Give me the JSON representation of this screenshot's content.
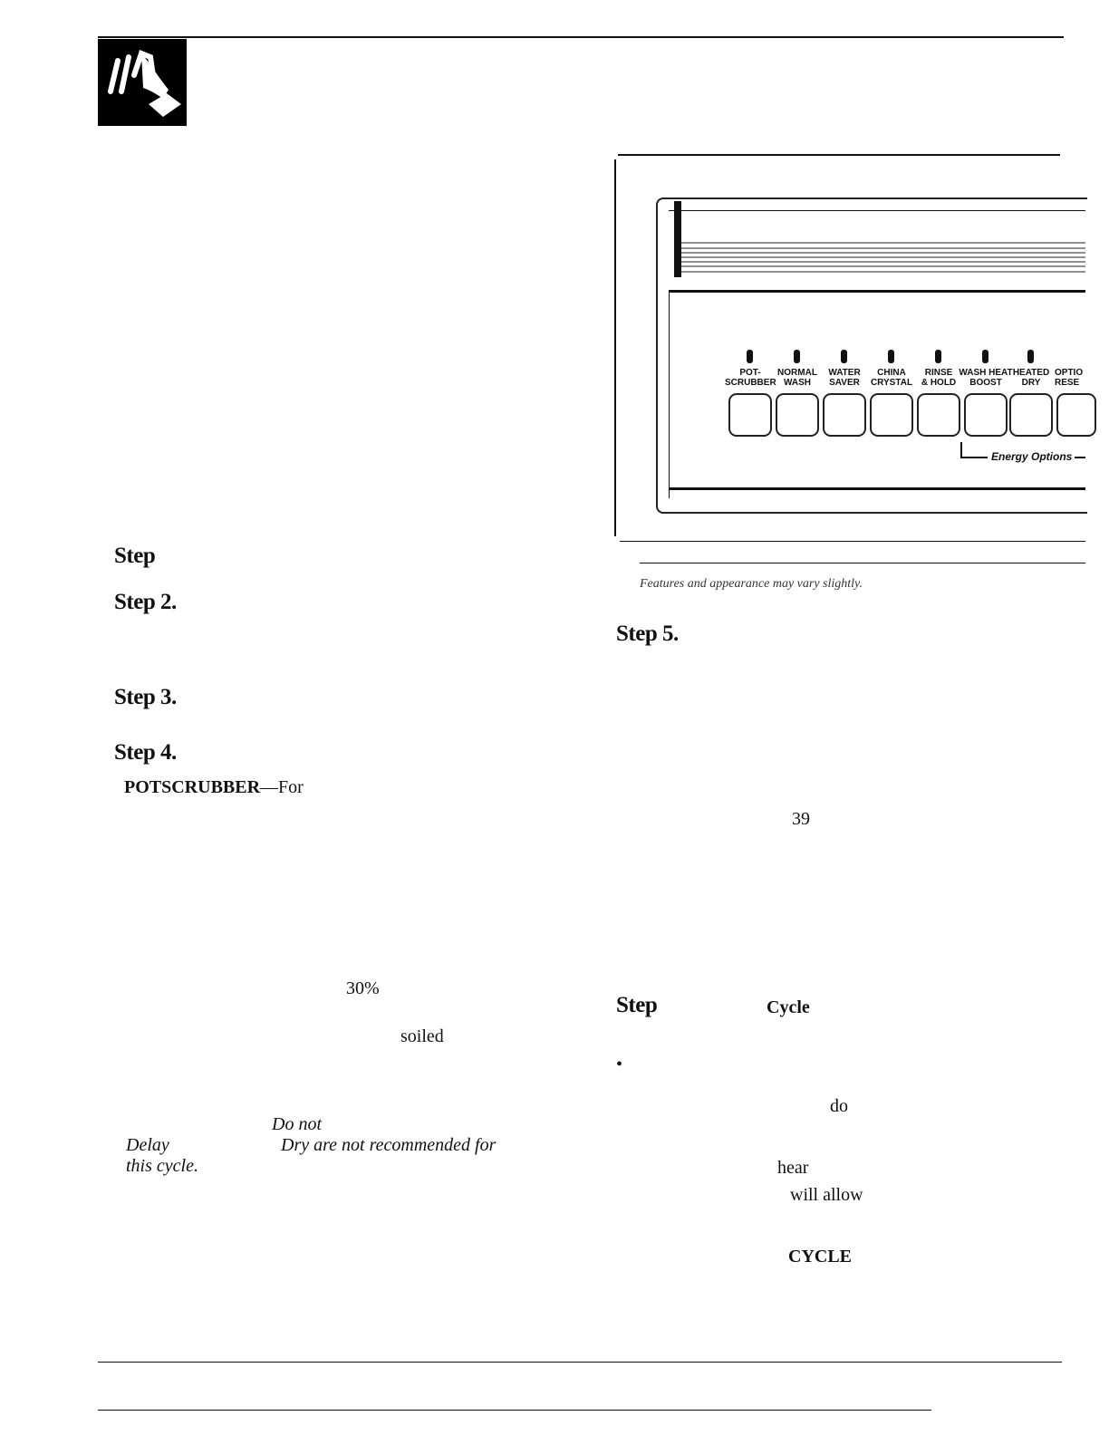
{
  "header": {
    "icon": "hand-pressing-pad-icon"
  },
  "left_column": {
    "steps": [
      {
        "label": "Step"
      },
      {
        "label": "Step 2."
      },
      {
        "label": "Step 3."
      },
      {
        "label": "Step 4."
      }
    ],
    "potscrubber_lead": "POTSCRUBBER",
    "potscrubber_dash": "—For",
    "fragment_percent": "30%",
    "fragment_soiled": "soiled",
    "italic_do_not": "Do not",
    "italic_delay": "Delay",
    "italic_dry": "Dry are not recommended for",
    "italic_this_cycle": "this cycle."
  },
  "control_panel": {
    "buttons": [
      {
        "label": "POT-\nSCRUBBER"
      },
      {
        "label": "NORMAL\nWASH"
      },
      {
        "label": "WATER\nSAVER"
      },
      {
        "label": "CHINA\nCRYSTAL"
      },
      {
        "label": "RINSE\n& HOLD"
      },
      {
        "label": "WASH HEAT\nBOOST"
      },
      {
        "label": "HEATED\nDRY"
      },
      {
        "label": "OPTIO\nRESE"
      }
    ],
    "energy_options": "Energy Options",
    "caption": "Features and appearance may vary slightly."
  },
  "right_column": {
    "step5": "Step 5.",
    "number_39": "39",
    "step_label": "Step",
    "cycle_label": "Cycle",
    "bullet": "•",
    "fragment_do": "do",
    "fragment_hear": "hear",
    "fragment_will_allow": "will allow",
    "cycle_caps": "CYCLE"
  }
}
